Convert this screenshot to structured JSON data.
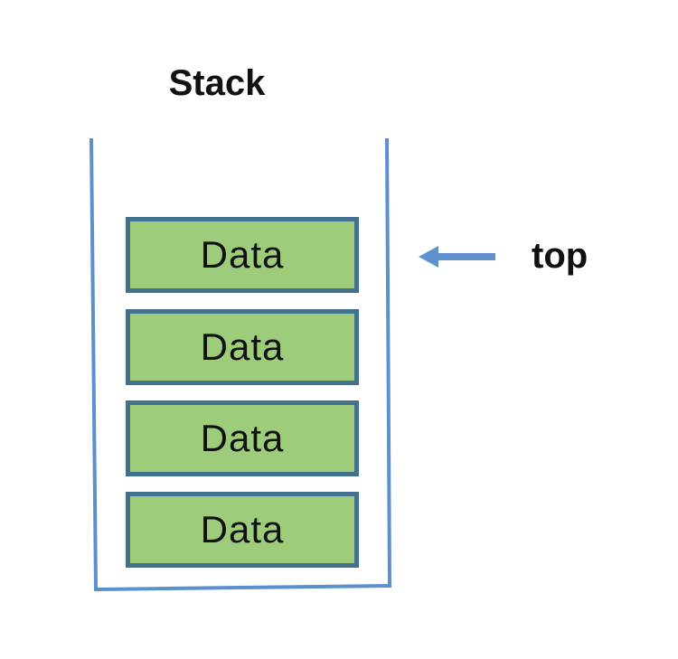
{
  "diagram": {
    "title": "Stack",
    "top_label": "top",
    "block_fill": "#9dcd7a",
    "block_border": "#41718f",
    "container_color": "#5b8fcd",
    "arrow_color": "#5f92cc",
    "blocks": [
      {
        "label": "Data"
      },
      {
        "label": "Data"
      },
      {
        "label": "Data"
      },
      {
        "label": "Data"
      }
    ]
  }
}
